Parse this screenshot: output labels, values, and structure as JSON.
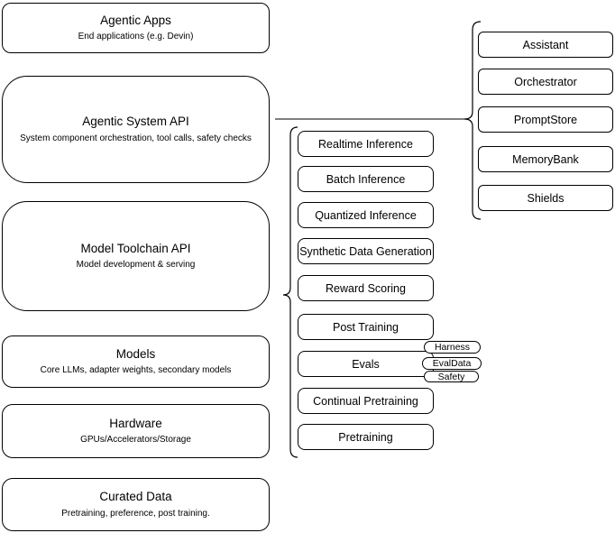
{
  "diagram": {
    "stack": [
      {
        "title": "Agentic Apps",
        "subtitle": "End applications (e.g. Devin)"
      },
      {
        "title": "Agentic System API",
        "subtitle": "System component orchestration, tool calls, safety checks"
      },
      {
        "title": "Model Toolchain API",
        "subtitle": "Model development & serving"
      },
      {
        "title": "Models",
        "subtitle": "Core LLMs, adapter weights, secondary models"
      },
      {
        "title": "Hardware",
        "subtitle": "GPUs/Accelerators/Storage"
      },
      {
        "title": "Curated Data",
        "subtitle": "Pretraining, preference, post training."
      }
    ],
    "toolchain_items": [
      "Realtime Inference",
      "Batch Inference",
      "Quantized Inference",
      "Synthetic Data Generation",
      "Reward Scoring",
      "Post Training",
      "Evals",
      "Continual Pretraining",
      "Pretraining"
    ],
    "eval_tags": [
      "Harness",
      "EvalData",
      "Safety"
    ],
    "system_components": [
      "Assistant",
      "Orchestrator",
      "PromptStore",
      "MemoryBank",
      "Shields"
    ],
    "colors": {
      "stroke": "#000000",
      "background": "#ffffff"
    }
  }
}
